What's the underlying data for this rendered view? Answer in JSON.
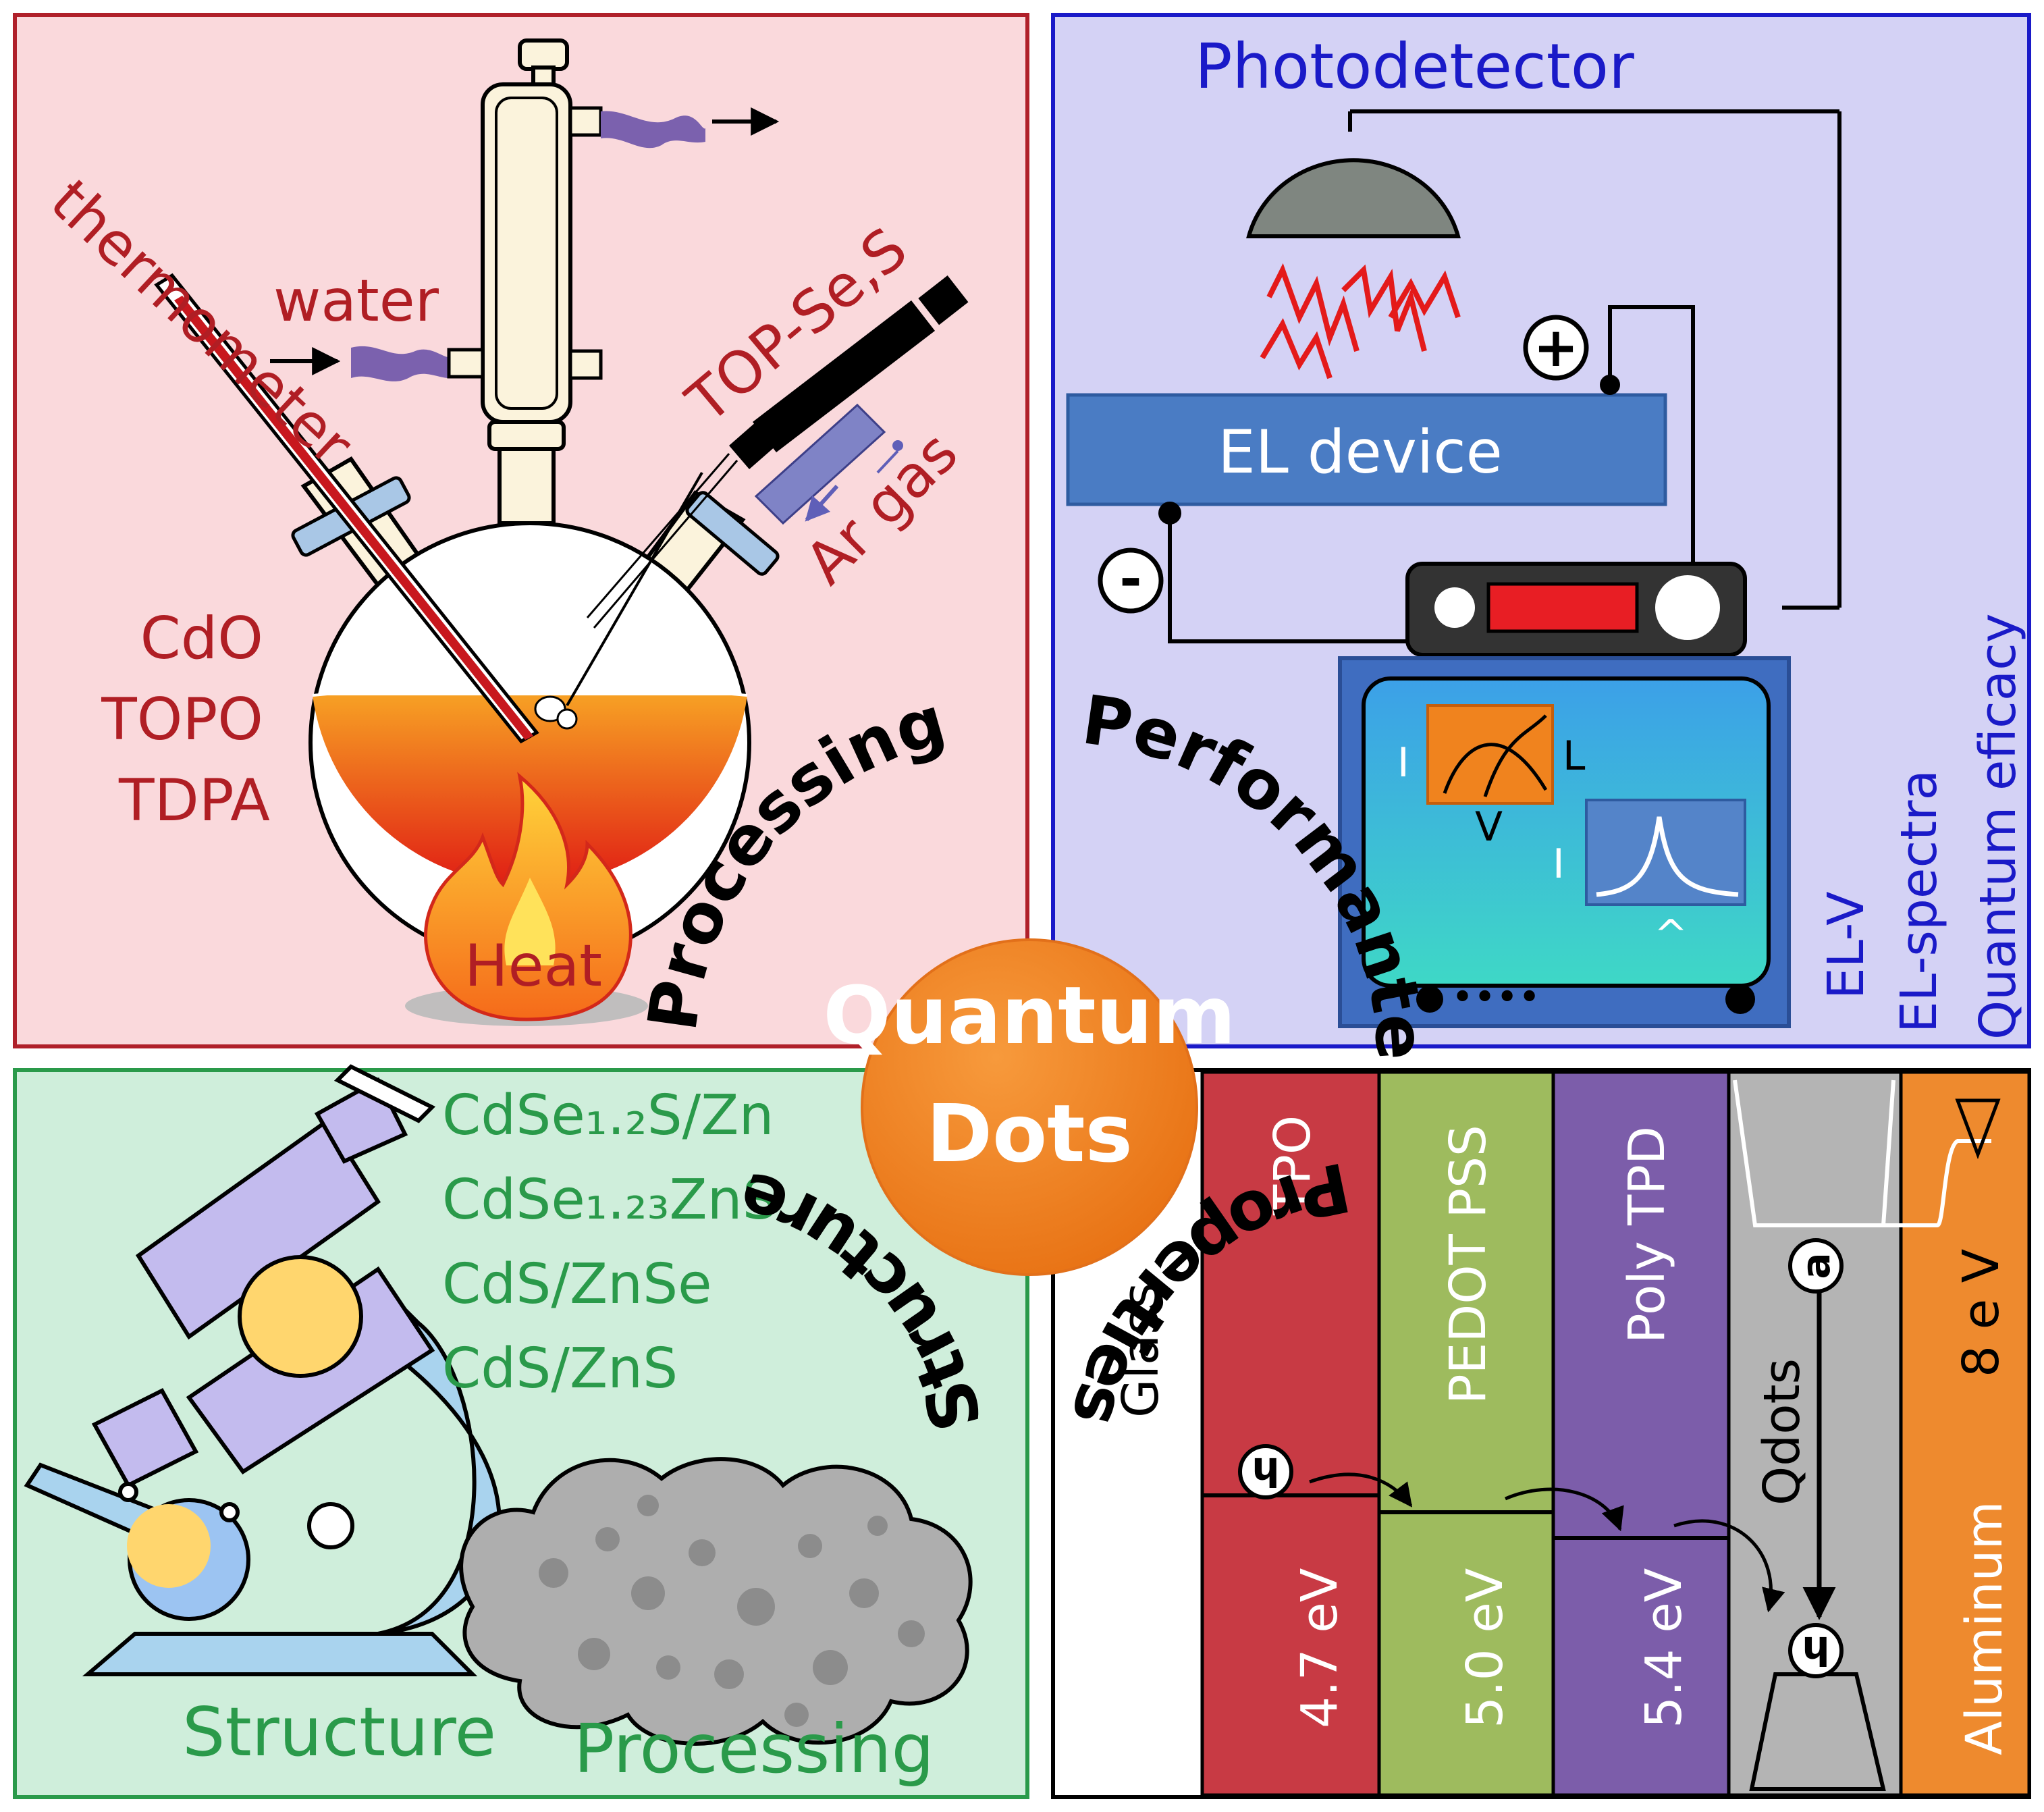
{
  "processing": {
    "reagents": [
      "CdO",
      "TOPO",
      "TDPA"
    ],
    "thermometer": "thermometer",
    "water": "water",
    "precursor": "TOP-Se,S",
    "gas": "Ar gas",
    "heat": "Heat",
    "corner_label": "Processing"
  },
  "performance": {
    "photodetector": "Photodetector",
    "el_device": "EL device",
    "plus_symbol": "+",
    "minus_symbol": "-",
    "i_marks": [
      "I",
      "I"
    ],
    "l_mark": "L",
    "v_marks": [
      "V",
      "^"
    ],
    "dots": "••••",
    "measures": [
      "EL-V",
      "EL-spectra",
      "Quantum eficacy"
    ],
    "corner_label": "Performante"
  },
  "structure": {
    "compositions": [
      "CdSe₁.₂S",
      "/Zn",
      "CdSe₁.₂",
      "₃ZnS",
      "CdS/ZnSe",
      "CdS/ZnS"
    ],
    "label": "Structure",
    "processing": "Processing",
    "corner_label": "Structure"
  },
  "properties": {
    "layers": [
      {
        "name": "Glass",
        "energy": ""
      },
      {
        "name": "TPO",
        "energy": "4.7 eV"
      },
      {
        "name": "PEDOT PSS",
        "energy": "5.0 eV"
      },
      {
        "name": "Poly TPD",
        "energy": "5.4 eV"
      },
      {
        "name": "Qdots",
        "energy": ""
      },
      {
        "name": "Aluminum",
        "energy": "8 e V"
      }
    ],
    "hole_symbol": "h",
    "electron_symbol": "a",
    "corner_label": "Properties"
  },
  "center": {
    "line1": "Quantum",
    "line2": "Dots"
  },
  "colors": {
    "pink_bg": "#FAD9DC",
    "red_border": "#B0202A",
    "lavender_bg": "#D4D2F5",
    "blue_border": "#1A1AC8",
    "mint_bg": "#CFEEDB",
    "green_border": "#2A9A4A",
    "orange": "#F0831E",
    "tpo_red": "#C83A44",
    "pedot_green": "#9EBB5E",
    "polytpd_purple": "#7C5DAA",
    "qdots_gray": "#B4B4B4",
    "aluminum_orange": "#EE8A2E",
    "el_device_blue": "#4A7CC4"
  }
}
